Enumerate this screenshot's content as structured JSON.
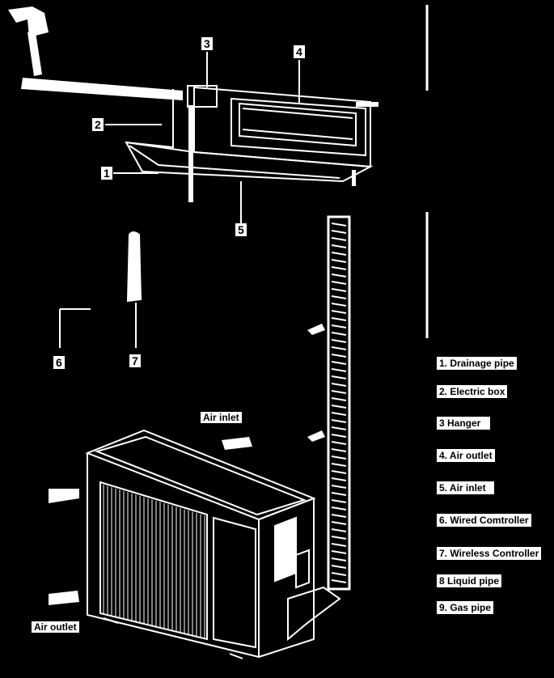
{
  "callouts": {
    "c1": "1",
    "c2": "2",
    "c3": "3",
    "c4": "4",
    "c5": "5",
    "c6": "6",
    "c7": "7"
  },
  "legend": [
    "1. Drainage pipe",
    "2. Electric box",
    "3 Hanger",
    "4. Air outlet",
    "5. Air inlet",
    "6. Wired Comtroller",
    "7. Wireless Controller",
    "8  Liquid pipe",
    "9. Gas pipe"
  ],
  "outdoor": {
    "air_inlet": "Air inlet",
    "air_outlet": "Air outlet"
  },
  "colors": {
    "background": "#000000",
    "line": "#ffffff"
  }
}
